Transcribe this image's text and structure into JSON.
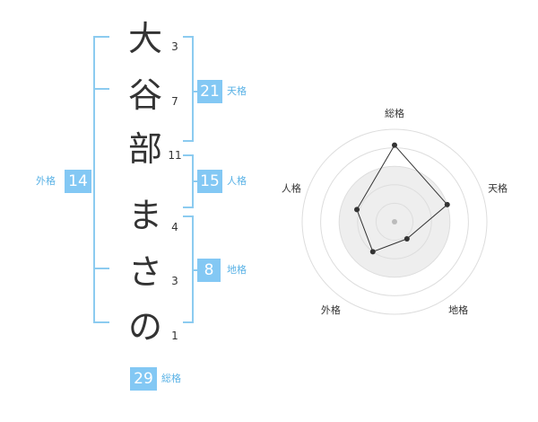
{
  "name_chars": [
    "大",
    "谷",
    "部",
    "ま",
    "さ",
    "の"
  ],
  "stroke_counts": [
    "3",
    "7",
    "11",
    "4",
    "3",
    "1"
  ],
  "fortunes": {
    "tenkaku": {
      "label": "天格",
      "value": "21"
    },
    "jinkaku": {
      "label": "人格",
      "value": "15"
    },
    "chikaku": {
      "label": "地格",
      "value": "8"
    },
    "gaikaku": {
      "label": "外格",
      "value": "14"
    },
    "soukaku": {
      "label": "総格",
      "value": "29"
    }
  },
  "chart_data": {
    "type": "radar",
    "axes": [
      "総格",
      "天格",
      "地格",
      "外格",
      "人格"
    ],
    "values": [
      29,
      21,
      8,
      14,
      15
    ],
    "rings": 5,
    "colors": {
      "fill": "#eeeeee",
      "ring": "#dddddd",
      "line": "#333333",
      "point": "#333333",
      "center": "#bbbbbb"
    }
  },
  "colors": {
    "accent": "#83c8f4",
    "bracket": "#8ccbf0",
    "label": "#5ab2e6",
    "text": "#333333"
  }
}
